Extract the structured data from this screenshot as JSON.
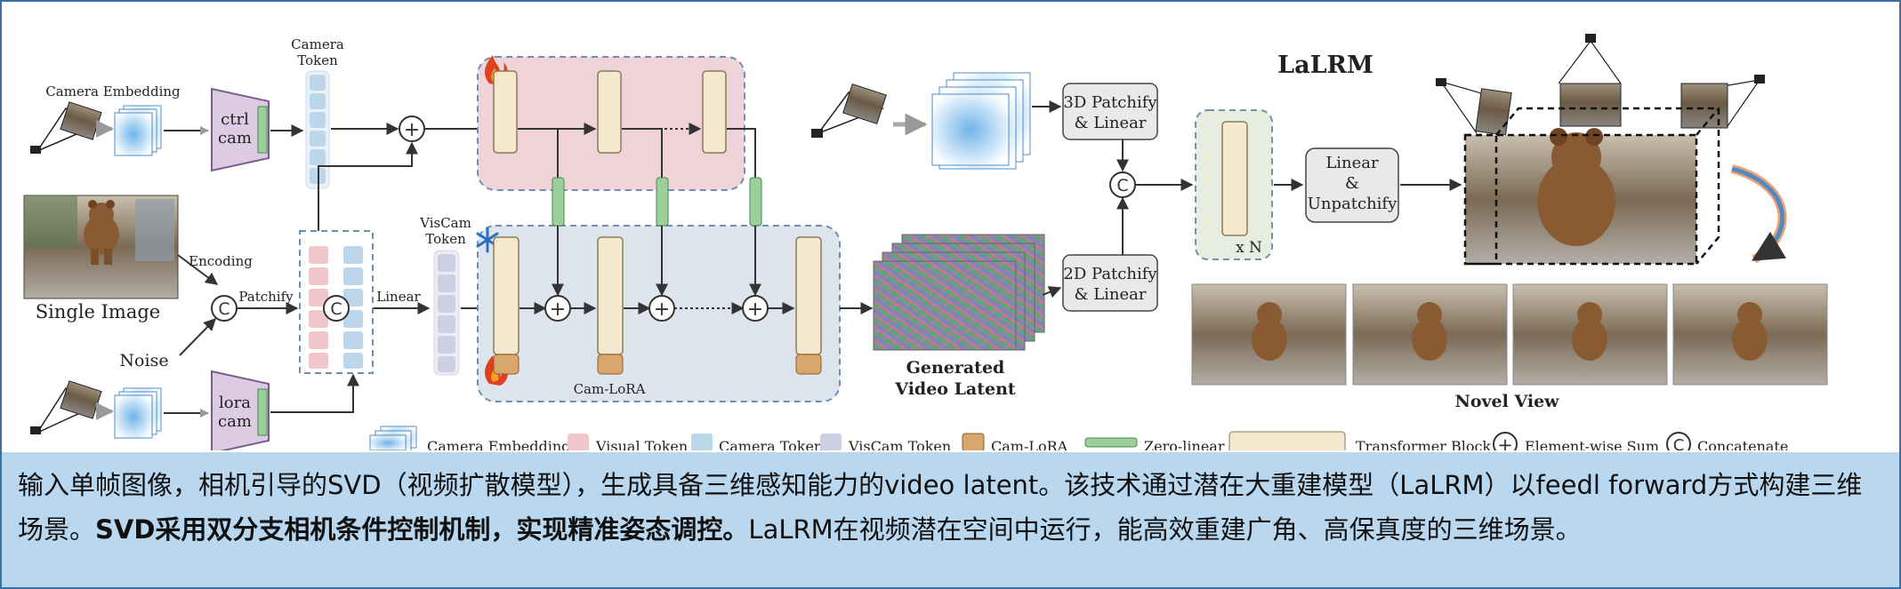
{
  "labels": {
    "camera_embedding": "Camera Embedding",
    "ctrl_cam": [
      "ctrl",
      "cam"
    ],
    "camera_token": [
      "Camera",
      "Token"
    ],
    "single_image": "Single Image",
    "encoding": "Encoding",
    "patchify": "Patchify",
    "noise": "Noise",
    "lora_cam": [
      "lora",
      "cam"
    ],
    "concat_symbol": "C",
    "sum_symbol": "+",
    "viscam_token": [
      "VisCam",
      "Token"
    ],
    "linear": "Linear",
    "cam_lora": "Cam-LoRA",
    "generated_video_latent": [
      "Generated",
      "Video Latent"
    ],
    "lalrm": "LaLRM",
    "patchify3d": [
      "3D Patchify",
      "& Linear"
    ],
    "patchify2d": [
      "2D Patchify",
      "& Linear"
    ],
    "times_n": "x N",
    "linear_unpatchify": [
      "Linear",
      "&",
      "Unpatchify"
    ],
    "novel_view": "Novel View"
  },
  "legend": [
    {
      "label": "Camera Embedding",
      "icon": "camera-embedding-stack"
    },
    {
      "label": "Visual Token",
      "color": "#f2c7cc"
    },
    {
      "label": "Camera Token",
      "color": "#bcd7ea"
    },
    {
      "label": "VisCam Token",
      "color": "#cfcfe3"
    },
    {
      "label": "Cam-LoRA",
      "color": "#d9a66c"
    },
    {
      "label": "Zero-linear",
      "color": "#9ccf9c"
    },
    {
      "label": "Transformer Block",
      "color": "#f4e9cf"
    },
    {
      "label": "Element-wise Sum",
      "icon": "plus-circle-icon"
    },
    {
      "label": "Concatenate",
      "icon": "c-circle-icon"
    }
  ],
  "caption": {
    "part1": "输入单帧图像，相机引导的SVD（视频扩散模型），生成具备三维感知能力的video latent。该技术通过潜在大重建模型（LaLRM）以feedl forward方式构建三维场景。",
    "bold": "SVD采用双分支相机条件控制机制，实现精准姿态调控。",
    "part2": "LaLRM在视频潜在空间中运行，能高效重建广角、高保真度的三维场景。"
  },
  "colors": {
    "pink_panel": "#f0d3d8",
    "blue_panel": "#dde4ee",
    "caption_bg": "#b9d8f0",
    "trapezoid": "#dccbe3",
    "arrow": "#333333"
  }
}
